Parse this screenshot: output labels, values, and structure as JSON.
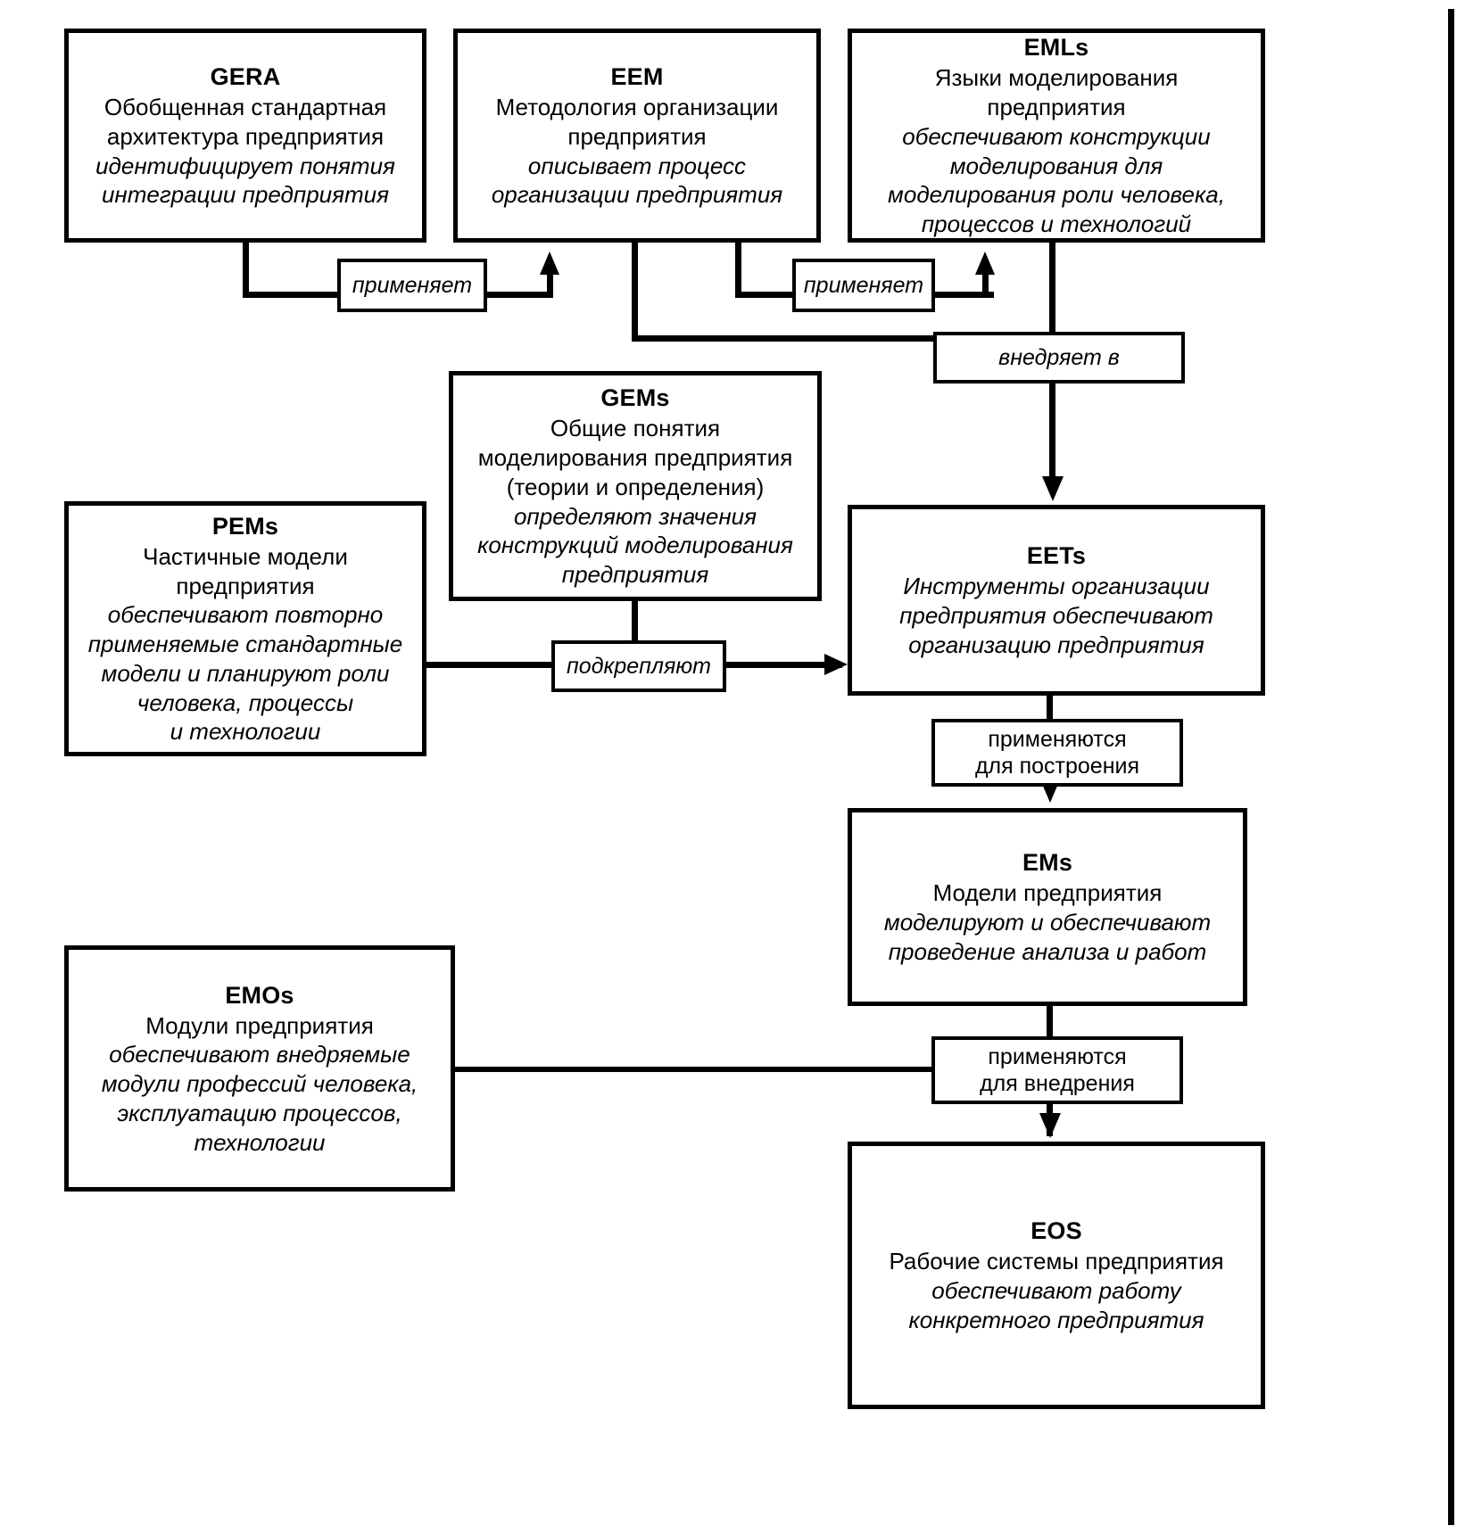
{
  "diagram": {
    "title": "GERAM framework components diagram",
    "colors": {
      "stroke": "#000000",
      "background": "#ffffff"
    },
    "boxes": [
      {
        "id": "gera",
        "acronym": "GERA",
        "normal_lines": [
          "Обобщенная стандартная",
          "архитектура предприятия"
        ],
        "italic_lines": [
          "идентифицирует понятия",
          "интеграции предприятия"
        ]
      },
      {
        "id": "eem",
        "acronym": "EEM",
        "normal_lines": [
          "Методология организации",
          "предприятия"
        ],
        "italic_lines": [
          "описывает процесс",
          "организации предприятия"
        ]
      },
      {
        "id": "emls",
        "acronym": "EMLs",
        "normal_lines": [
          "Языки моделирования",
          "предприятия"
        ],
        "italic_lines": [
          "обеспечивают конструкции",
          "моделирования для",
          "моделирования роли человека,",
          "процессов и технологий"
        ]
      },
      {
        "id": "gems",
        "acronym": "GEMs",
        "normal_lines": [
          "Общие понятия",
          "моделирования предприятия",
          "(теории и определения)"
        ],
        "italic_lines": [
          "определяют значения",
          "конструкций моделирования",
          "предприятия"
        ]
      },
      {
        "id": "pems",
        "acronym": "PEMs",
        "normal_lines": [
          "Частичные модели",
          "предприятия"
        ],
        "italic_lines": [
          "обеспечивают повторно",
          "применяемые стандартные",
          "модели и планируют роли",
          "человека, процессы",
          "и технологии"
        ]
      },
      {
        "id": "eets",
        "acronym": "EETs",
        "normal_lines": [],
        "italic_lines": [
          "Инструменты организации",
          "предприятия обеспечивают",
          "организацию предприятия"
        ]
      },
      {
        "id": "ems",
        "acronym": "EMs",
        "normal_lines": [
          "Модели предприятия"
        ],
        "italic_lines": [
          "моделируют и обеспечивают",
          "проведение анализа и работ"
        ]
      },
      {
        "id": "emos",
        "acronym": "EMOs",
        "normal_lines": [
          "Модули предприятия"
        ],
        "italic_lines": [
          "обеспечивают внедряемые",
          "модули профессий человека,",
          "эксплуатацию процессов,",
          "технологии"
        ]
      },
      {
        "id": "eos",
        "acronym": "EOS",
        "normal_lines": [
          "Рабочие системы предприятия"
        ],
        "italic_lines": [
          "обеспечивают работу",
          "конкретного предприятия"
        ]
      }
    ],
    "edge_labels": [
      {
        "id": "primenyaet-1",
        "style": "italic",
        "lines": [
          "применяет"
        ]
      },
      {
        "id": "primenyaet-2",
        "style": "italic",
        "lines": [
          "применяет"
        ]
      },
      {
        "id": "vnedryaet-v",
        "style": "italic",
        "lines": [
          "внедряет в"
        ]
      },
      {
        "id": "podkreplyayut",
        "style": "italic",
        "lines": [
          "подкрепляют"
        ]
      },
      {
        "id": "primenyayutsya-postroeniya",
        "style": "normal",
        "lines": [
          "применяются",
          "для построения"
        ]
      },
      {
        "id": "primenyayutsya-vnedreniya",
        "style": "normal",
        "lines": [
          "применяются",
          "для внедрения"
        ]
      }
    ]
  }
}
